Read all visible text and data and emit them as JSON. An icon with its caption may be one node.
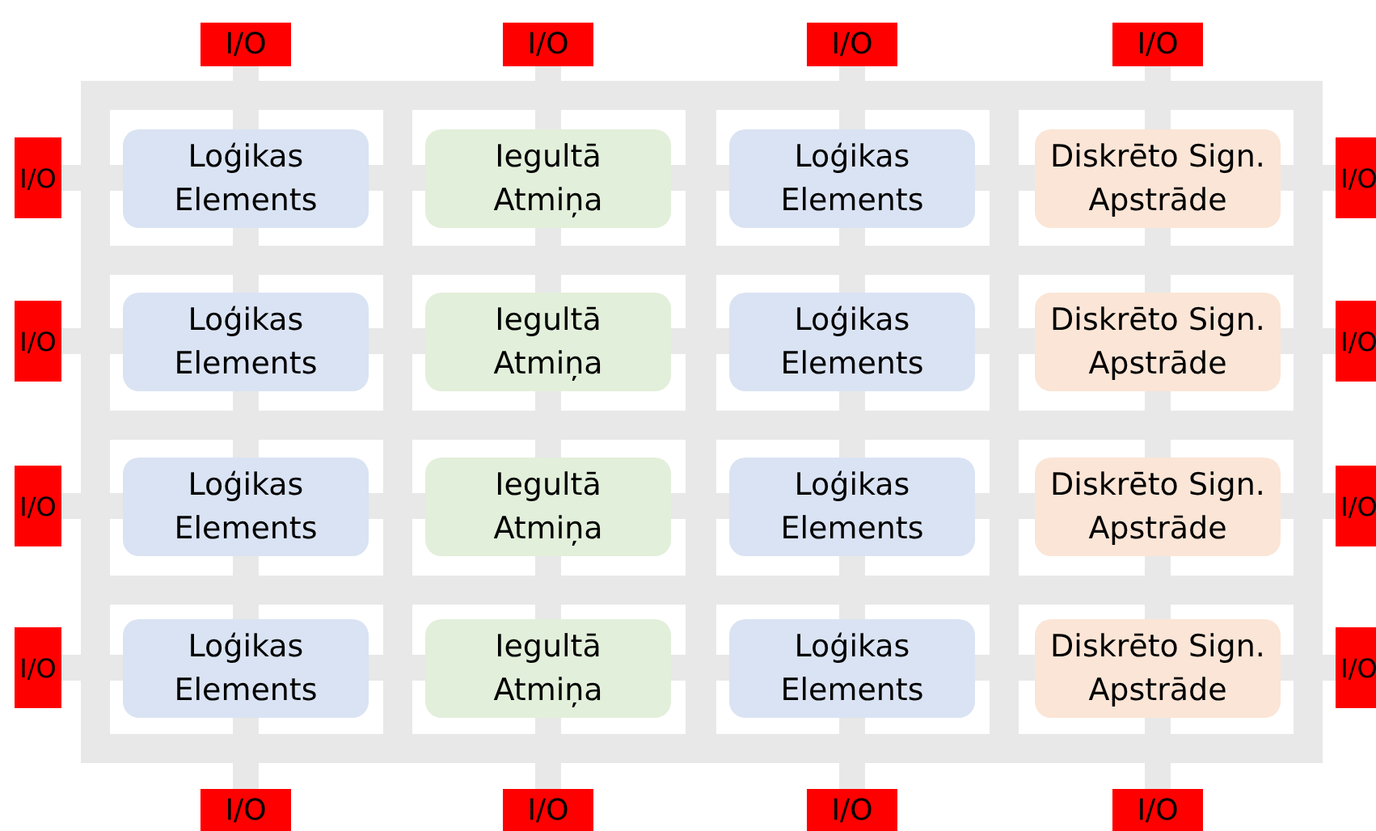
{
  "diagram": {
    "nodes": [
      {
        "text": [
          "I/O"
        ]
      },
      {
        "text": [
          "I/O"
        ]
      },
      {
        "text": [
          "I/O"
        ]
      },
      {
        "text": [
          "I/O"
        ]
      },
      {
        "text": [
          "I/O"
        ]
      },
      {
        "text": [
          "Loģikas Elements"
        ]
      },
      {
        "text": [
          "Iegultā Atmiņa"
        ]
      },
      {
        "text": [
          "Loģikas Elements"
        ]
      },
      {
        "text": [
          "Diskrēto Sign. Apstrāde"
        ]
      },
      {
        "text": [
          "I/O"
        ]
      },
      {
        "text": [
          "I/O"
        ]
      },
      {
        "text": [
          "Loģikas Elements"
        ]
      },
      {
        "text": [
          "Iegultā Atmiņa"
        ]
      },
      {
        "text": [
          "Loģikas Elements"
        ]
      },
      {
        "text": [
          "Diskrēto Sign. Apstrāde"
        ]
      },
      {
        "text": [
          "I/O"
        ]
      },
      {
        "text": [
          "I/O"
        ]
      },
      {
        "text": [
          "Loģikas Elements"
        ]
      },
      {
        "text": [
          "Iegultā Atmiņa"
        ]
      },
      {
        "text": [
          "Loģikas Elements"
        ]
      },
      {
        "text": [
          "Diskrēto Sign. Apstrāde"
        ]
      },
      {
        "text": [
          "I/O"
        ]
      },
      {
        "text": [
          "I/O"
        ]
      },
      {
        "text": [
          "Loģikas Elements"
        ]
      },
      {
        "text": [
          "Iegultā Atmiņa"
        ]
      },
      {
        "text": [
          "Loģikas Elements"
        ]
      },
      {
        "text": [
          "Diskrēto Sign. Apstrāde"
        ]
      },
      {
        "text": [
          "I/O"
        ]
      },
      {
        "text": [
          "I/O"
        ]
      },
      {
        "text": [
          "I/O"
        ]
      },
      {
        "text": [
          "I/O"
        ]
      },
      {
        "text": [
          "I/O"
        ]
      }
    ]
  }
}
